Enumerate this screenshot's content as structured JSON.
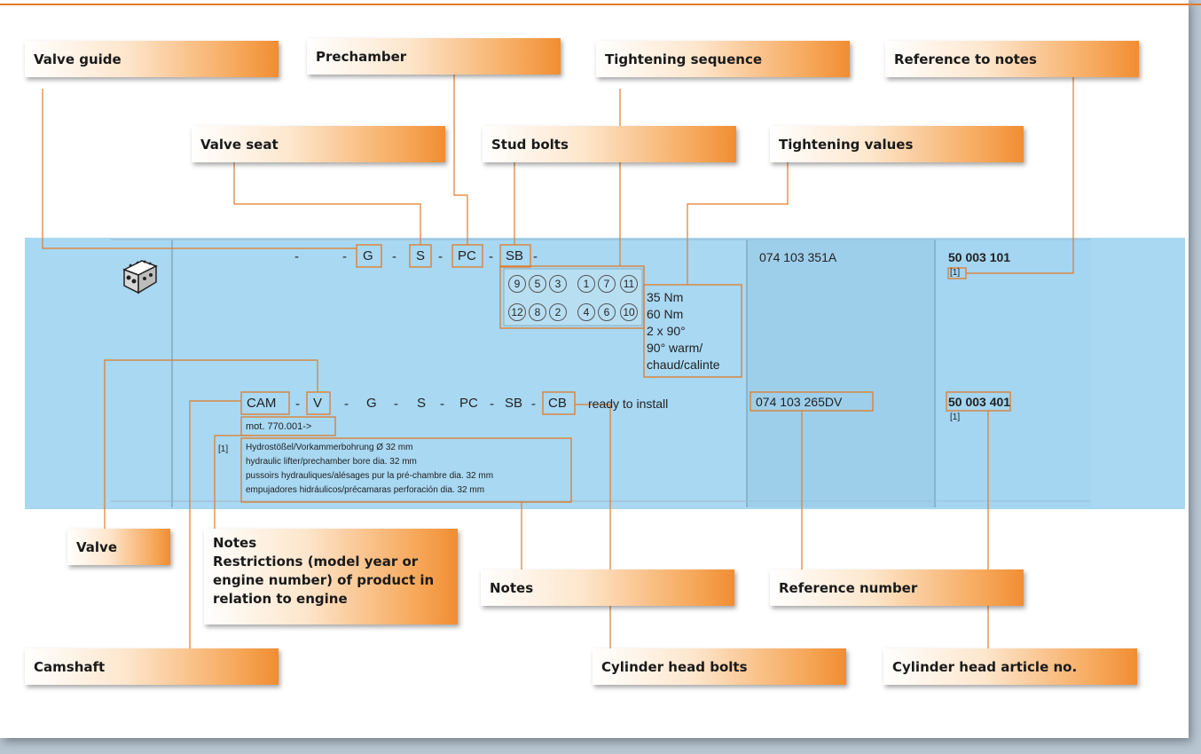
{
  "callouts": {
    "valve_guide": "Valve guide",
    "prechamber": "Prechamber",
    "tightening_sequence": "Tightening sequence",
    "reference_to_notes": "Reference to notes",
    "valve_seat": "Valve seat",
    "stud_bolts": "Stud bolts",
    "tightening_values": "Tightening values",
    "valve": "Valve",
    "notes_restrictions": "Notes\nRestrictions (model year or engine number) of product in relation to engine",
    "notes": "Notes",
    "reference_number": "Reference number",
    "camshaft": "Camshaft",
    "cylinder_head_bolts": "Cylinder head bolts",
    "cylinder_head_article_no": "Cylinder head article no."
  },
  "row1": {
    "dash1": "-",
    "dash2": "-",
    "g": "G",
    "dash3": "-",
    "s": "S",
    "dash4": "-",
    "pc": "PC",
    "dash5": "-",
    "sb": "SB",
    "dash6": "-",
    "sequence_top": [
      "9",
      "5",
      "3",
      "1",
      "7",
      "11"
    ],
    "sequence_bottom": [
      "12",
      "8",
      "2",
      "4",
      "6",
      "10"
    ],
    "tightening_values": [
      "35 Nm",
      "60 Nm",
      "2 x 90°",
      "90° warm/",
      "chaud/calinte"
    ],
    "reference_number": "074 103 351A",
    "article_no": "50 003 101",
    "note_ref": "[1]"
  },
  "row2": {
    "cam": "CAM",
    "dash1": "-",
    "v": "V",
    "dash2": "-",
    "g": "G",
    "dash3": "-",
    "s": "S",
    "dash4": "-",
    "pc": "PC",
    "dash5": "-",
    "sb": "SB",
    "dash6": "-",
    "cb": "CB",
    "ready": "ready to install",
    "restriction": "mot. 770.001->",
    "note_marker": "[1]",
    "notes": [
      "Hydrostößel/Vorkammerbohrung Ø  32 mm",
      "hydraulic lifter/prechamber bore dia. 32 mm",
      "pussoirs hydrauliques/alésages pur la pré-chambre dia. 32 mm",
      "empujadores hidráulicos/précamaras perforación dia. 32 mm"
    ],
    "reference_number": "074 103 265DV",
    "article_no": "50 003 401",
    "note_ref": "[1]"
  },
  "colors": {
    "accent_orange": "#e07b2a",
    "band_blue": "#a8d8f2",
    "column_blue": "#93c8e6"
  },
  "icons": [
    "cylinder-head-icon"
  ]
}
